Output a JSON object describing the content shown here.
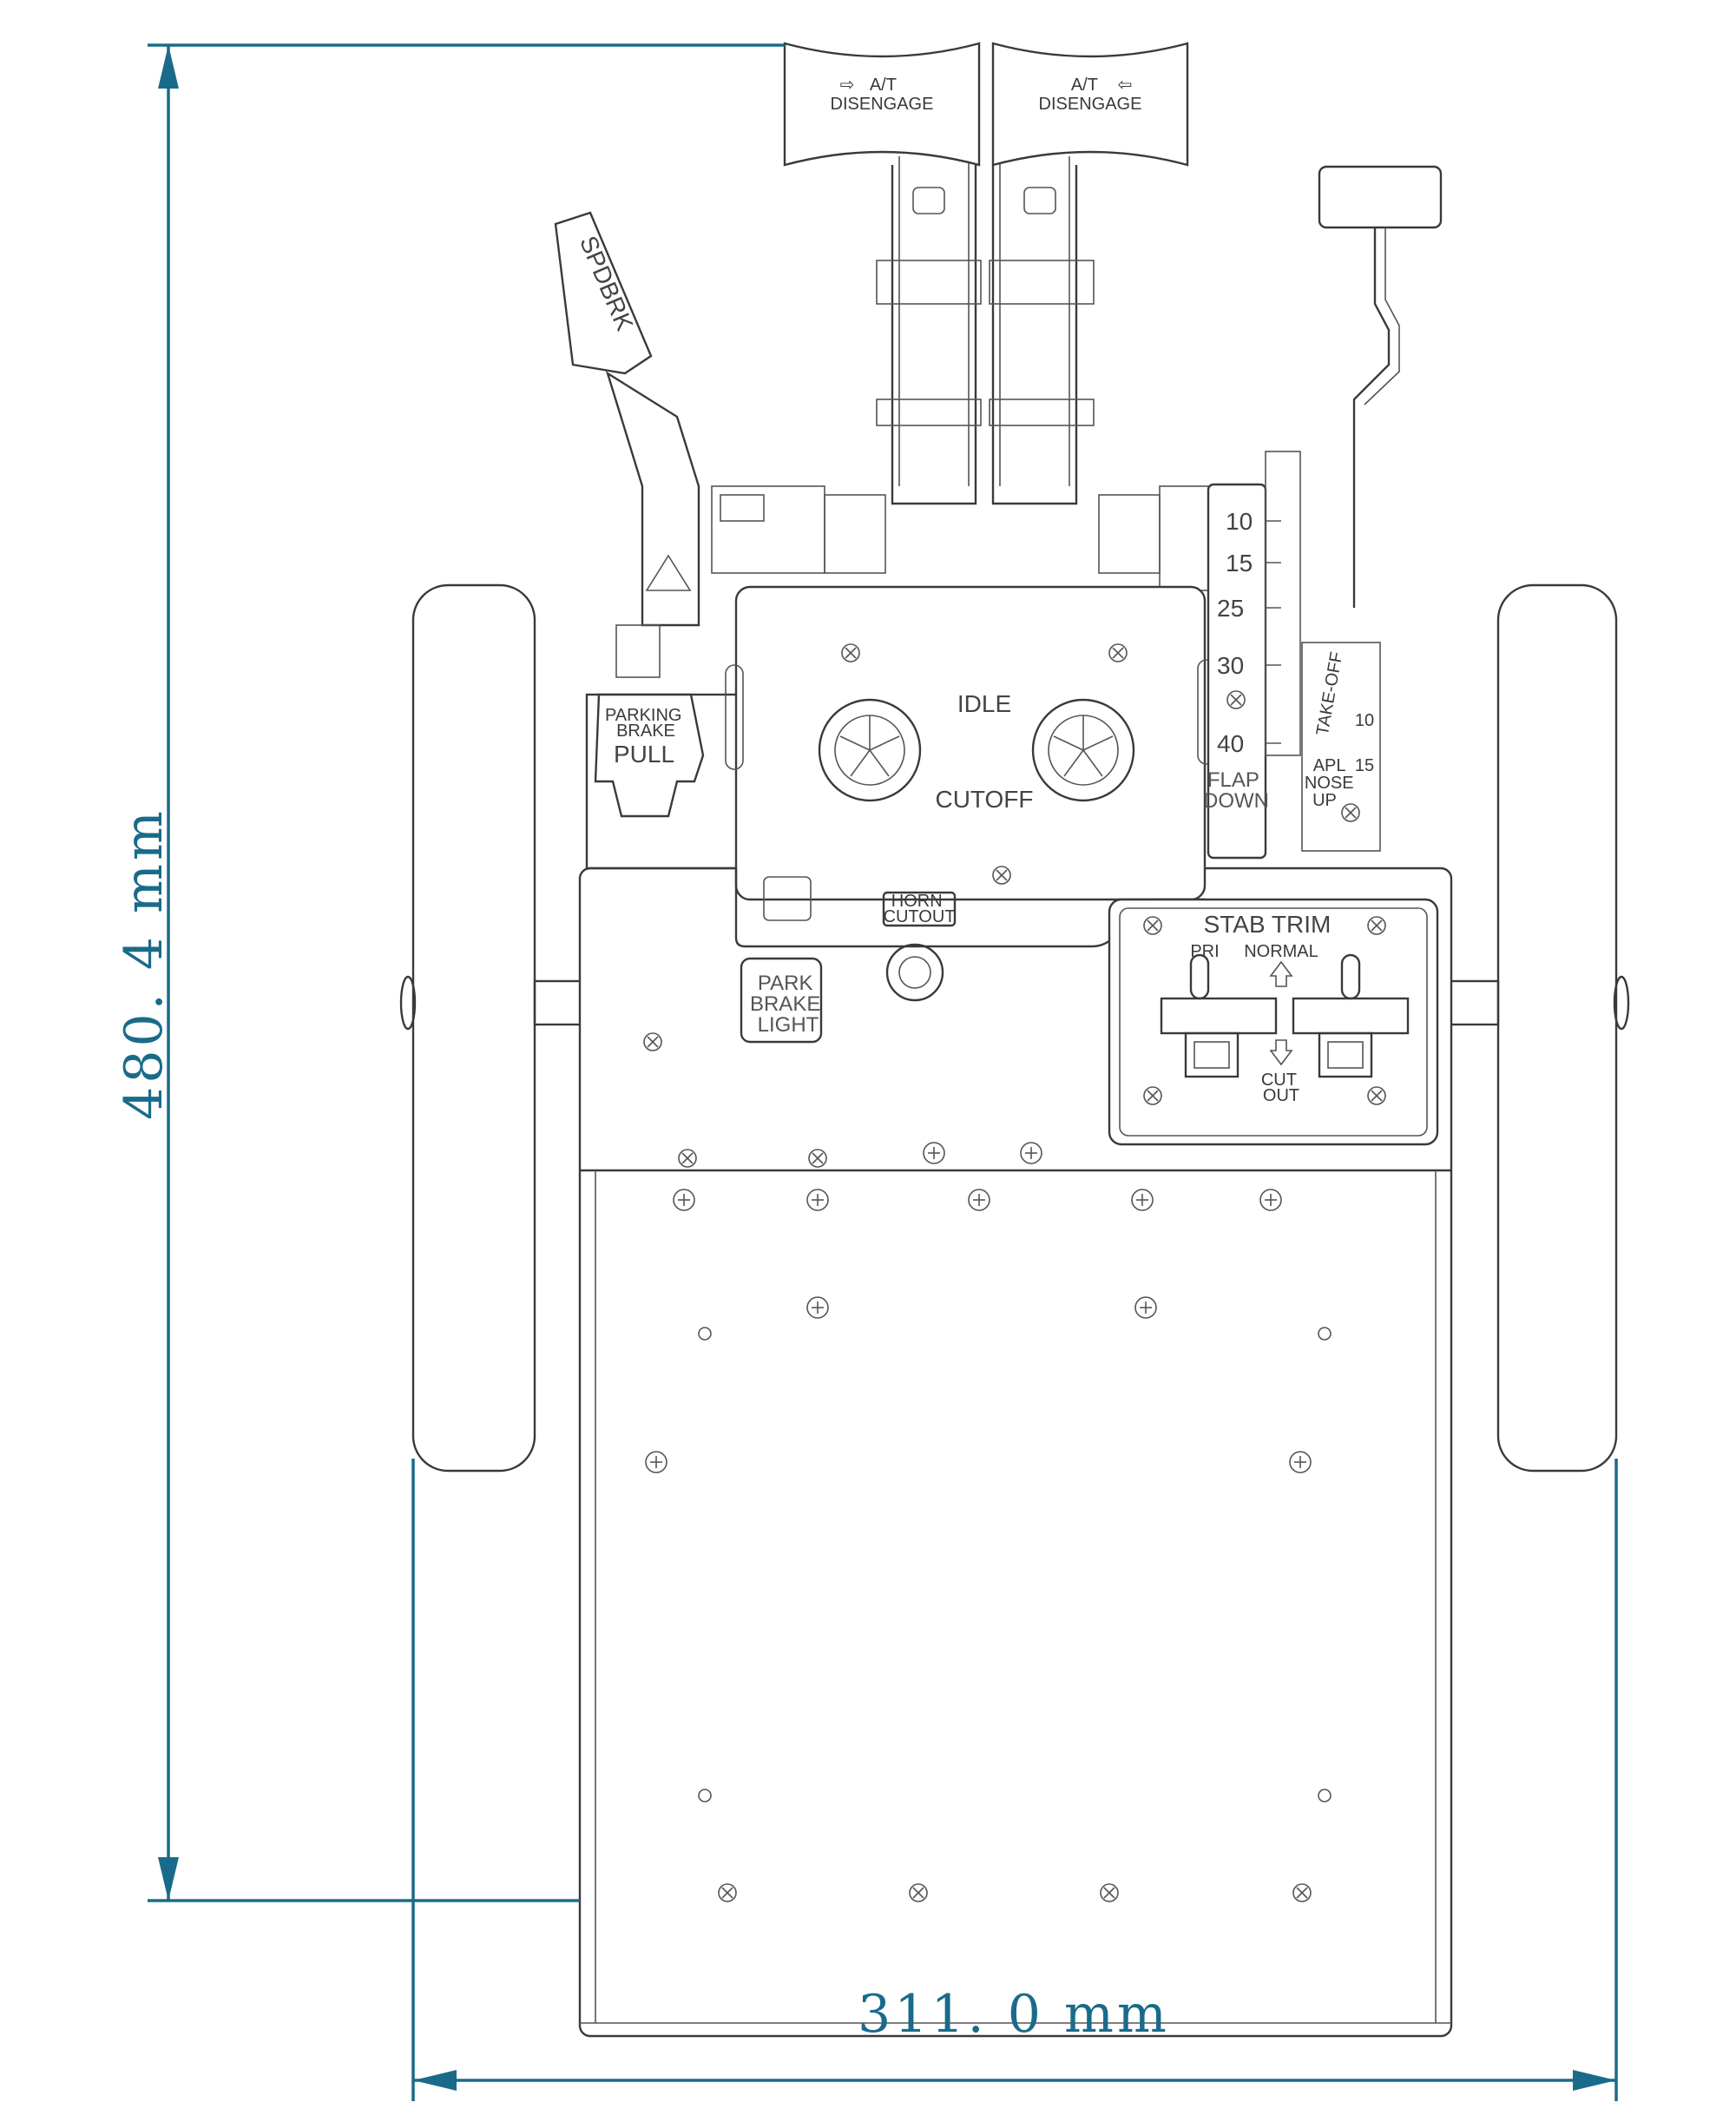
{
  "dimensions": {
    "height_label": "480. 4 mm",
    "width_label": "311. 0 mm",
    "color": "#1a6b8a"
  },
  "throttle_levers": {
    "left_handle": "A/T\nDISENGAGE",
    "right_handle": "A/T\nDISENGAGE"
  },
  "speedbrake": {
    "label": "SPDBRK"
  },
  "fuel_control": {
    "idle_label": "IDLE",
    "cutoff_label": "CUTOFF"
  },
  "parking_brake": {
    "label_top": "PARKING\nBRAKE",
    "label_pull": "PULL"
  },
  "park_brake_light": {
    "label": "PARK\nBRAKE\nLIGHT"
  },
  "horn_cutout": {
    "label": "HORN\nCUTOUT"
  },
  "flap": {
    "scale": [
      "10",
      "15",
      "25",
      "30",
      "40"
    ],
    "label": "FLAP\nDOWN"
  },
  "trim_indicator": {
    "label": "APL\nNOSE\nUP",
    "values": [
      "10",
      "15"
    ],
    "takeoff_label": "TAKE-OFF"
  },
  "stab_trim": {
    "title": "STAB TRIM",
    "pri_label": "PRI",
    "normal_label": "NORMAL",
    "cutout_label": "CUT\nOUT"
  }
}
